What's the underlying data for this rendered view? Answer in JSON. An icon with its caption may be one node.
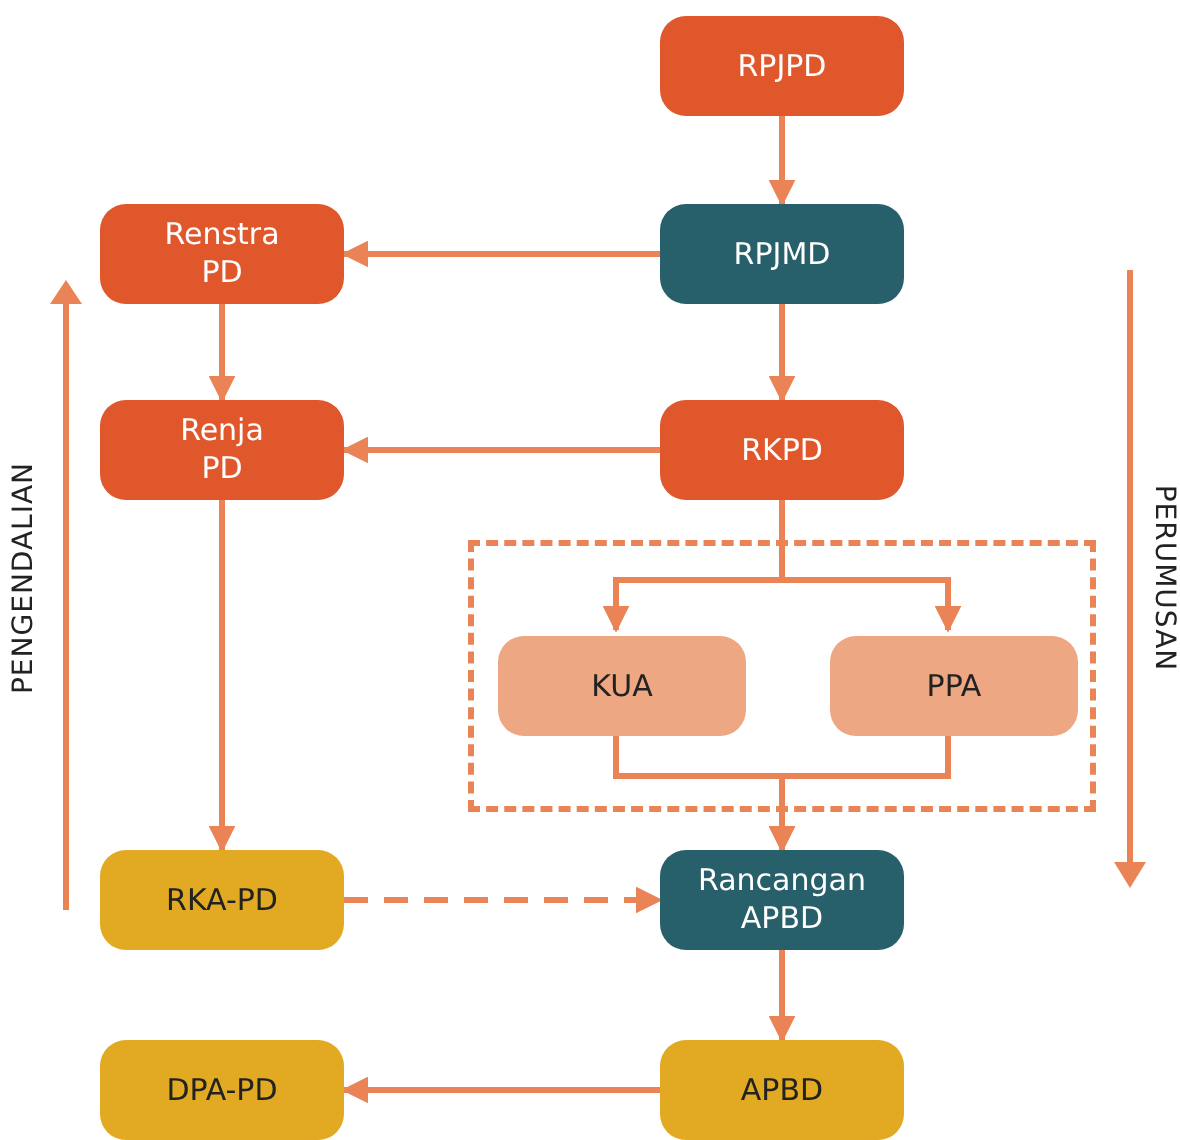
{
  "diagram": {
    "nodes": [
      {
        "text": [
          "RPJPD"
        ]
      },
      {
        "text": [
          "Renstra PD"
        ]
      },
      {
        "text": [
          "RPJMD"
        ]
      },
      {
        "text": [
          "Renja PD"
        ]
      },
      {
        "text": [
          "RKPD"
        ]
      },
      {
        "text": [],
        "shape": "box"
      },
      {
        "text": [
          "KUA"
        ],
        "in": 5
      },
      {
        "text": [
          "PPA"
        ],
        "in": 5
      },
      {
        "text": [
          "RKA-PD"
        ]
      },
      {
        "text": [
          "Rancangan APBD"
        ]
      },
      {
        "text": [
          "DPA-PD"
        ]
      },
      {
        "text": [
          "APBD"
        ]
      }
    ],
    "edges": [
      {
        "from": 0,
        "to": 2,
        "arrow": "to"
      },
      {
        "from": 2,
        "to": 1,
        "arrow": "to"
      },
      {
        "from": 2,
        "to": 4,
        "arrow": "to"
      },
      {
        "from": 1,
        "to": 3,
        "arrow": "to"
      },
      {
        "from": 4,
        "to": 3,
        "arrow": "to"
      },
      {
        "from": 3,
        "to": 8,
        "arrow": "to"
      },
      {
        "from": 4,
        "to": 6,
        "arrow": "to"
      },
      {
        "from": 4,
        "to": 7,
        "arrow": "to"
      },
      {
        "from": 6,
        "to": 9,
        "arrow": "to"
      },
      {
        "from": 7,
        "to": 9,
        "arrow": "to"
      },
      {
        "from": 8,
        "to": 9,
        "arrow": "to",
        "style": "dashed"
      },
      {
        "from": 9,
        "to": 11,
        "arrow": "to"
      },
      {
        "from": 11,
        "to": 10,
        "arrow": "to"
      }
    ],
    "labels": [
      "PENGENDALIAN",
      "PERUMUSAN"
    ]
  }
}
